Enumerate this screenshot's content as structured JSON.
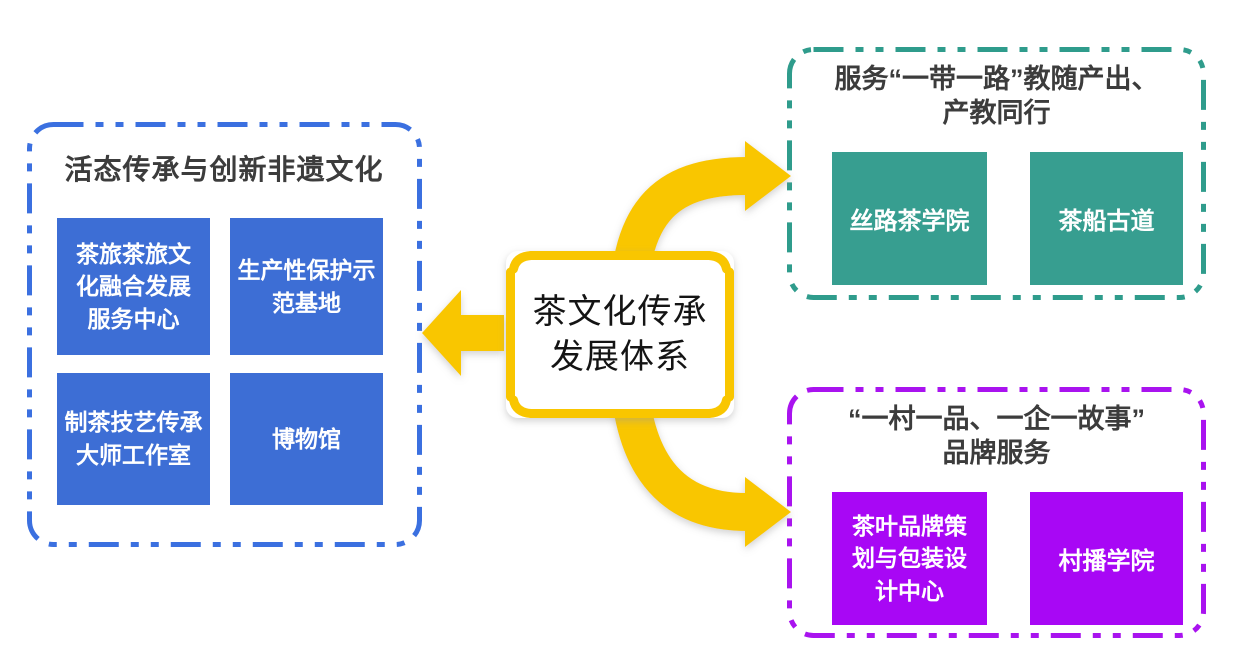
{
  "colors": {
    "gold": "#F9C606",
    "blue-fill": "#3D6ED5",
    "blue-border": "#3B70E0",
    "teal-fill": "#379E90",
    "teal-border": "#2F9C8C",
    "purple-fill": "#A807F5",
    "purple-border": "#A913EF",
    "panel-title": "#3C3C3C",
    "center-text": "#141414",
    "box-text": "#FFFFFF",
    "background": "#FFFFFF"
  },
  "center": {
    "label": "茶文化传承\n发展体系"
  },
  "panels": {
    "left": {
      "title": "活态传承与创新非遗文化",
      "items": [
        "茶旅茶旅文\n化融合发展\n服务中心",
        "生产性保护示\n范基地",
        "制茶技艺传承\n大师工作室",
        "博物馆"
      ]
    },
    "top_right": {
      "title": "服务“一带一路”教随产出、\n产教同行",
      "items": [
        "丝路茶学院",
        "茶船古道"
      ]
    },
    "bottom_right": {
      "title": "“一村一品、一企一故事”\n品牌服务",
      "items": [
        "茶叶品牌策\n划与包装设\n计中心",
        "村播学院"
      ]
    }
  }
}
